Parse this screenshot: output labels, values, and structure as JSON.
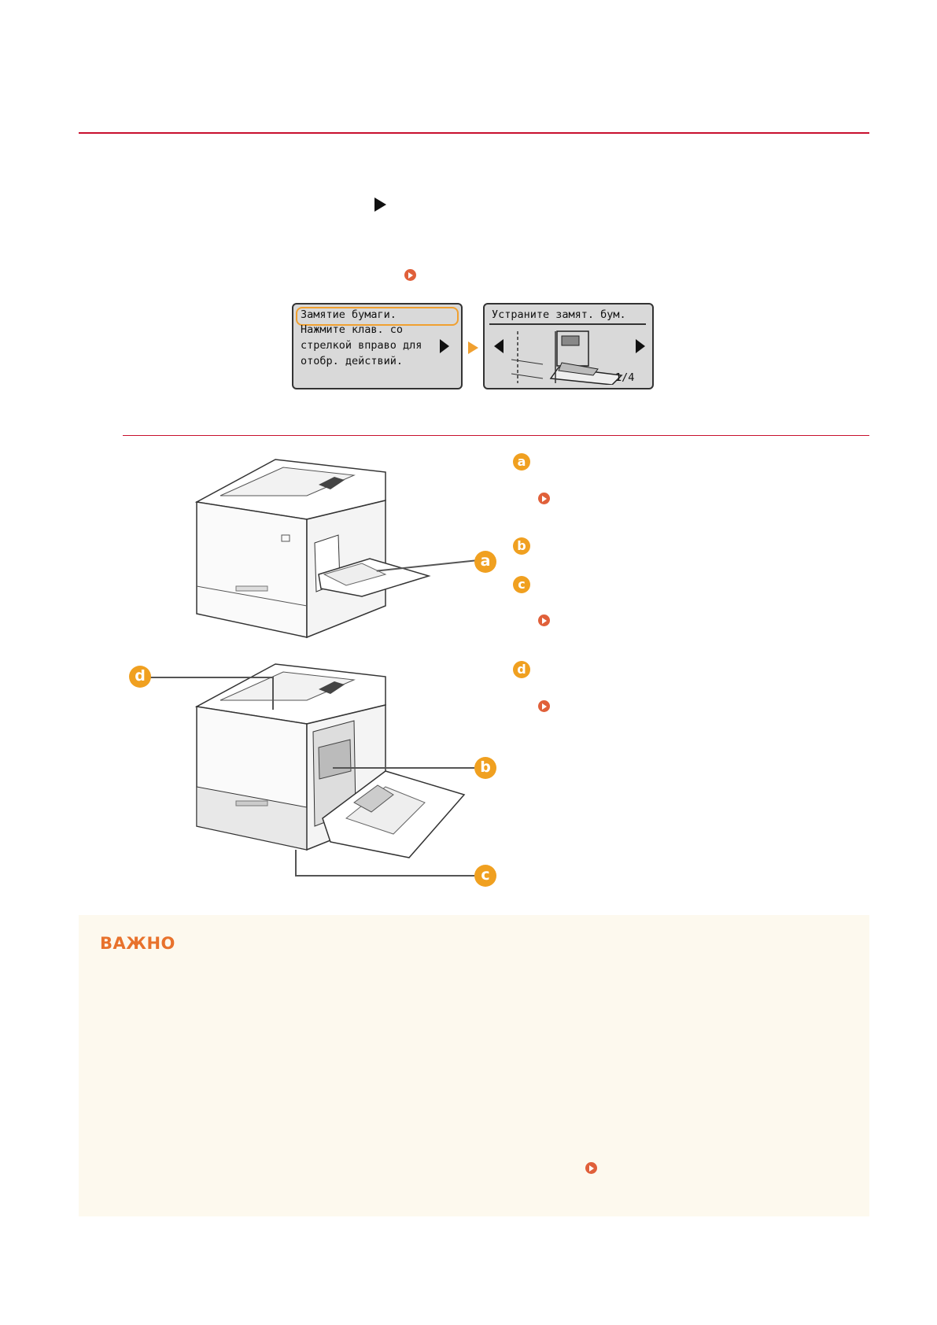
{
  "lcd1": {
    "lines": [
      "Замятие бумаги.",
      "Нажмите клав. со",
      "стрелкой вправо для",
      "отобр. действий."
    ]
  },
  "lcd2": {
    "title": "Устраните замят. бум.",
    "page": "1/4"
  },
  "callouts": [
    "a",
    "b",
    "c",
    "d"
  ],
  "important": {
    "title": "ВАЖНО"
  },
  "colors": {
    "rule": "#c8102e",
    "badge": "#f0a020",
    "link_icon": "#e0603a",
    "important_bg": "#fdf9ee",
    "important_title": "#e8722c"
  }
}
